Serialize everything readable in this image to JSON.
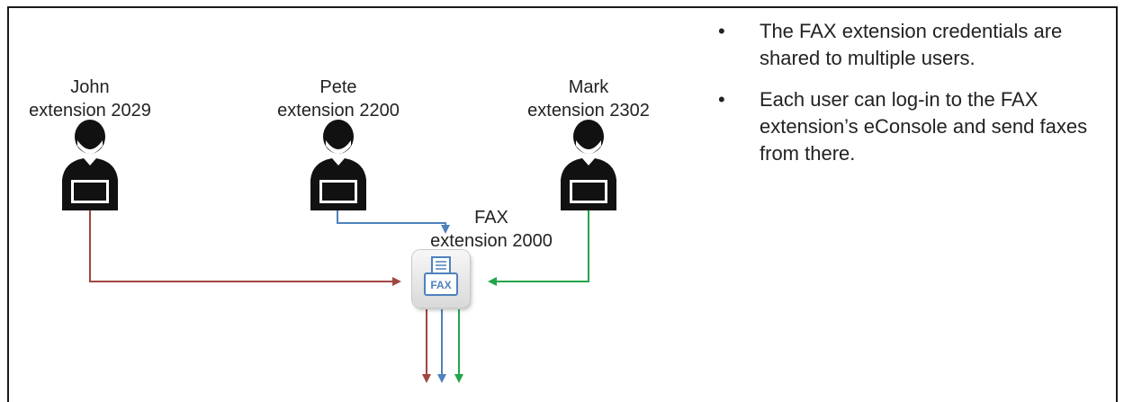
{
  "users": [
    {
      "name": "John",
      "extension": "extension 2029"
    },
    {
      "name": "Pete",
      "extension": "extension 2200"
    },
    {
      "name": "Mark",
      "extension": "extension 2302"
    }
  ],
  "fax": {
    "name": "FAX",
    "extension": "extension 2000",
    "icon_label": "FAX"
  },
  "bullets": [
    "The FAX extension credentials are shared to multiple users.",
    "Each user can log-in to the FAX extension’s eConsole and send faxes from there."
  ],
  "bullet_glyph": "•",
  "colors": {
    "john_line": "#a0453f",
    "pete_line": "#4f81bd",
    "mark_line": "#23a54a",
    "person": "#111111",
    "fax_icon": "#4f81bd"
  },
  "icons": {
    "user": "user-at-laptop-icon",
    "fax": "fax-machine-icon"
  }
}
